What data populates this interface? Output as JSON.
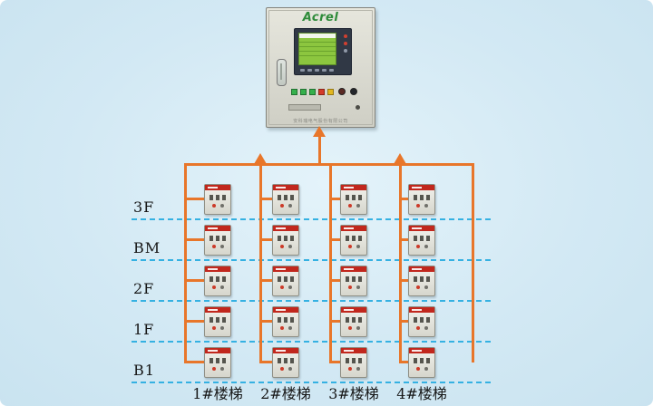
{
  "colors": {
    "background": "#d3e9f4",
    "line_orange": "#e8762a",
    "dashed_blue": "#35b1e2",
    "device_red": "#c1271d",
    "brand_green": "#2e8b3a"
  },
  "controller": {
    "brand": "Acrel",
    "footer_text": "安科瑞电气股份有限公司"
  },
  "floors": [
    {
      "label": "3F"
    },
    {
      "label": "BM"
    },
    {
      "label": "2F"
    },
    {
      "label": "1F"
    },
    {
      "label": "B1"
    }
  ],
  "staircases": [
    {
      "label": "1#楼梯"
    },
    {
      "label": "2#楼梯"
    },
    {
      "label": "3#楼梯"
    },
    {
      "label": "4#楼梯"
    }
  ]
}
